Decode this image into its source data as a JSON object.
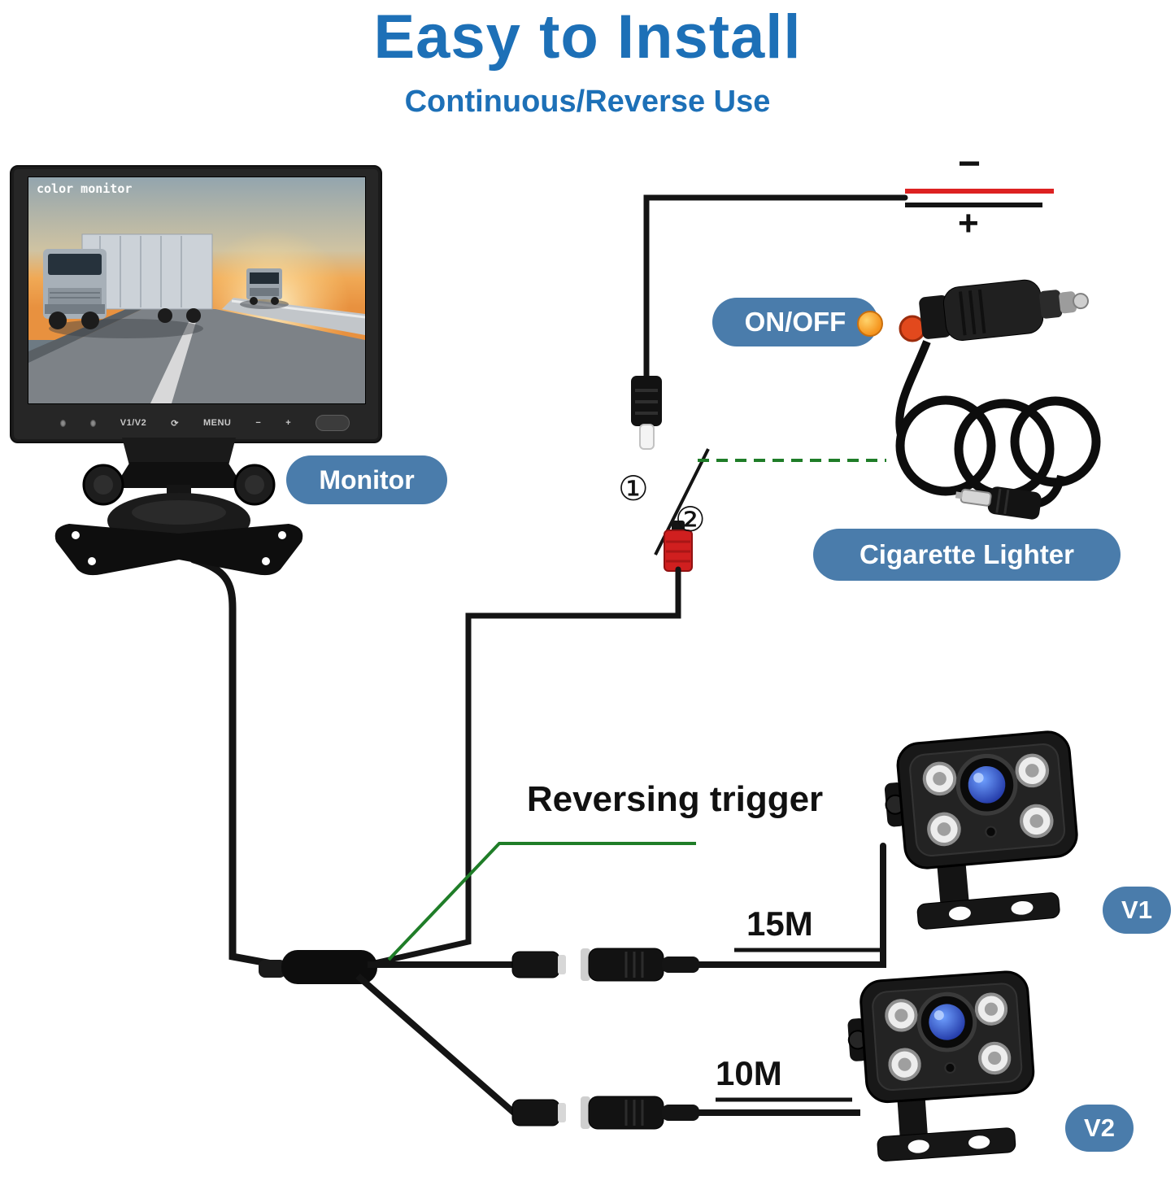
{
  "header": {
    "title": "Easy to Install",
    "subtitle": "Continuous/Reverse Use"
  },
  "monitor": {
    "screen_label": "color monitor",
    "buttons": [
      "V1/V2",
      "⟳",
      "MENU",
      "−",
      "+"
    ]
  },
  "labels": {
    "monitor_pill": "Monitor",
    "on_off": "ON/OFF",
    "cigarette_lighter": "Cigarette Lighter",
    "reversing_trigger": "Reversing trigger",
    "minus": "−",
    "plus": "+",
    "step_1": "①",
    "step_2": "②",
    "cable_v1_length": "15M",
    "cable_v2_length": "10M",
    "badge_v1": "V1",
    "badge_v2": "V2"
  },
  "colors": {
    "title_blue": "#1d70b7",
    "pill_blue": "#4a7cab",
    "wire_black": "#141414",
    "wire_red": "#dd2222",
    "wire_green": "#1f7d28",
    "indicator_orange": "#f5941d",
    "camera_lens_blue": "#2e49c8"
  }
}
